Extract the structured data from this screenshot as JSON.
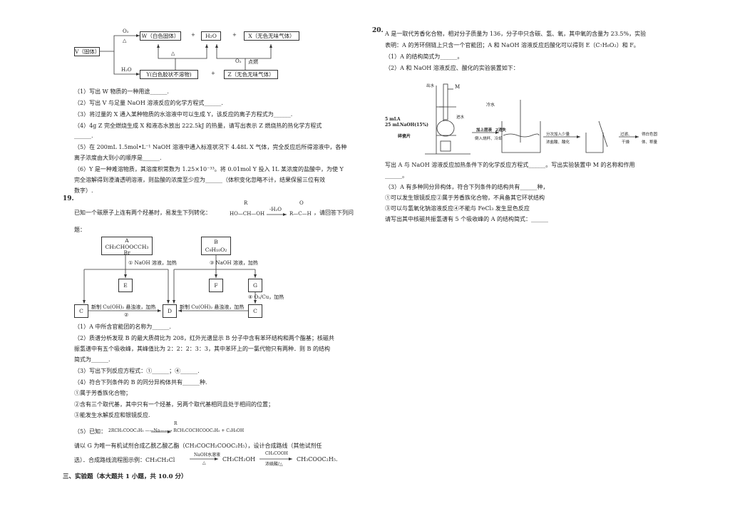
{
  "q18": {
    "diagram": {
      "v_box": "V（固体）",
      "w_box": "W（白色固体）",
      "h2o_box": "H₂O",
      "x_box": "X（无色无味气体）",
      "y_box": "Y(白色胶状不溶物)",
      "z_box": "Z（无色无味气体）",
      "plus1": "+",
      "plus2": "+",
      "plus3": "+",
      "o2_delta_top": "O₂",
      "delta_top": "△",
      "h2o_lower": "H₂O",
      "delta_mid": "△",
      "o2_ignite": "O₂",
      "ignite": "点燃"
    },
    "items": [
      "（1）写出 W 物质的一种用途______.",
      "（2）写出 V 与足量 NaOH 溶液反应的化学方程式______.",
      "（3）将过量的 X 通入某种物质的水溶液中可以生成 Y，该反应的离子方程式为______.",
      "（4）4g Z 完全燃烧生成 X 和液态水放出 222.5kJ 的热量，请写出表示 Z 燃烧热的热化学方程式",
      "______.",
      "（5）在 200mL 1.5mol•L⁻¹ NaOH 溶液中通入标准状况下 4.48L X 气体，完全反应后所得溶液中，各种",
      "离子浓度由大到小的顺序是______.",
      "（6）Y 是一种难溶物质，其溶度积常数为 1.25×10⁻³³。将 0.01mol Y 投入 1L 某浓度的盐酸中，为使 Y",
      "完全溶解得到澄清透明溶液，则盐酸的浓度至少应为______（体积变化忽略不计，结果保留三位有效",
      "数字）."
    ]
  },
  "q19": {
    "number": "19.",
    "intro": "已知一个碳原子上连有两个羟基时，易发生下列转化：",
    "intro_tail": "，请回答下列问",
    "intro_2": "题：",
    "reaction": {
      "left": "HO—CH—OH",
      "r_top": "R",
      "arrow_label": "-H₂O",
      "right": "R—C—H",
      "o_top": "O"
    },
    "diagram": {
      "a_box_line1": "A",
      "a_box_line2": "CH₃CHOOCCH₃",
      "a_box_line3": "Br",
      "b_box_line1": "B",
      "b_box_line2": "C₉H₁₀O₂",
      "e_box": "E",
      "f_box": "F",
      "g_box": "G",
      "c_left_box": "C",
      "d_box": "D",
      "c_right_box": "C",
      "step1": "① NaOH 溶液，加热",
      "step3": "③ NaOH 溶液，加热",
      "step2": "新制 Cu(OH)₂ 悬浊液，加热",
      "step2_num": "②",
      "step_d": "新制 Cu(OH)₂ 悬浊液，加热",
      "step4": "④ O₂/Cu，加热"
    },
    "items": [
      "（1）A 中所含官能团的名称为______.",
      "（2）质谱分析发现 B 的最大质荷比为 208，红外光谱显示 B 分子中含有苯环结构和两个酯基；核磁共",
      "振氢谱中有五个吸收峰，其峰值比为 2：2：2：3：3，其中苯环上的一氯代物只有两种．则 B 的结构",
      "简式为______.",
      "（3）写出下列反应方程式：①______；④______.",
      "（4）符合下列条件的 B 的同分异构体共有______种.",
      "①属于芳香族化合物；",
      "②含有三个取代基，其中只有一个烃基，另两个取代基相同且处于相间的位置；",
      "③能发生水解反应和银镜反应.",
      "（5）已知：",
      "请以 G 为唯一有机试剂合成乙酰乙酸乙酯（CH₃COCH₂COOC₂H₅），设计合成路线（其他试剂任",
      "选）．合成路线流程图示例：CH₃CH₂Cl",
      "CH₃CH₂OH",
      "CH₃COOC₂H₅."
    ],
    "known_reaction": "2RCH₂COOC₂H₅ ——Na——→ RCH₂COCHCOOC₂H₅ + C₂H₅OH",
    "known_r": "R",
    "flow_arrow1": "NaOH水溶液",
    "flow_delta1": "△",
    "flow_arrow2": "CH₃COOH",
    "flow_arrow2b": "浓硫酸/△"
  },
  "section3": "三、实验题（本大题共 1 小题，共 10.0 分）",
  "q20": {
    "number": "20.",
    "items": [
      "A 是一取代芳香化合物，相对分子质量为 136，分子中只含碳、氢、氧，其中氧的含量为 23.5%，实验",
      "表明：A 的芳环侧链上只含一个官能团；A 和 NaOH 溶液反应后酸化可以得到 E（C₇H₆O₂）和 F。",
      "（1）A 的结构简式为______。",
      "（2）A 和 NaOH 溶液反应、酸化的实验装置如下："
    ],
    "apparatus": {
      "m_label": "M",
      "water_in": "出水",
      "water_out": "进水",
      "reagent_1": "5 mLA",
      "reagent_2": "25 mLNaOH(15%)",
      "chips": "碎瓷片",
      "cold_water": "冷水",
      "step_a": "加上层液",
      "step_a2": "倒入烧杯、冷却",
      "step_b": "分次加入少量",
      "step_b2": "浓盐酸、酸化",
      "step_c": "过滤、",
      "step_c2": "干燥",
      "product": "得白色固",
      "product2": "体、称量",
      "separate": "2消失"
    },
    "items2": [
      "写出 A 与 NaOH 溶液反应加热条件下的化学反应方程式______。写出实验装置中 M 的名称和作用",
      "______。",
      "（3）A 有多种同分异构体，符合下列条件的结构共有______种，",
      "①可以发生银镜反应②属于芳香族化合物，不具备其它环状结构",
      "③可以与氢氧化钠溶液反应④不能与 FeCl₃ 发生显色反应",
      "请写出其中核磁共振氢谱有 5 个吸收峰的 A 的结构简式：______"
    ]
  }
}
